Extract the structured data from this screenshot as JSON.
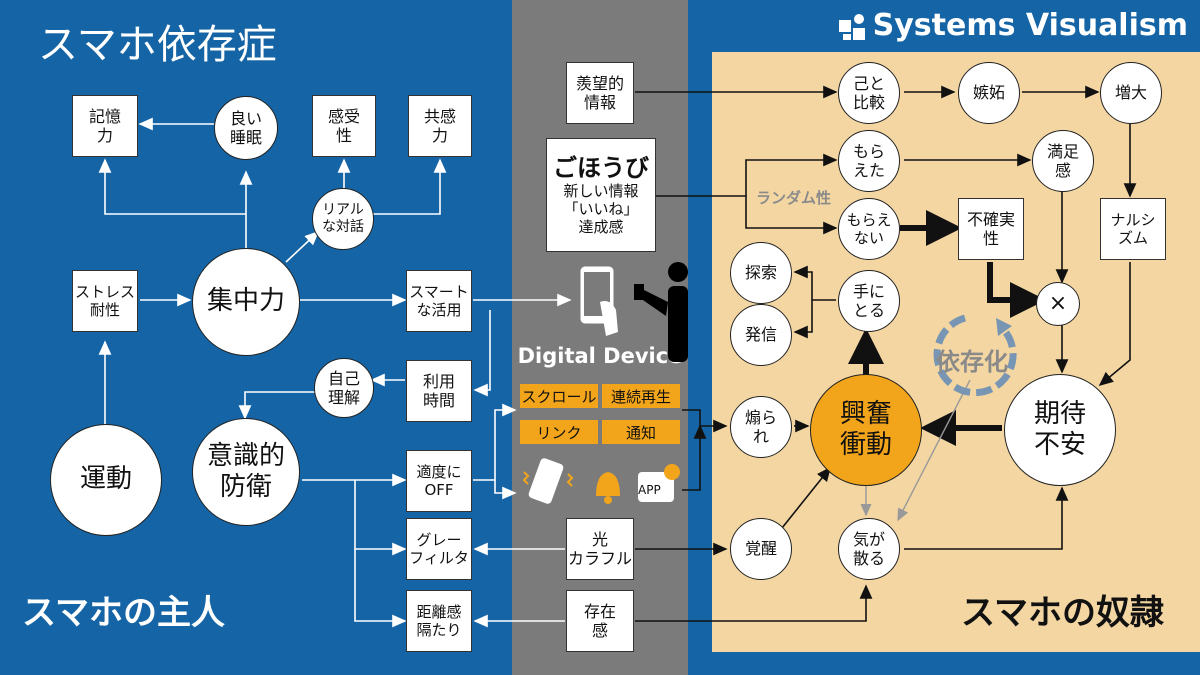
{
  "titles": {
    "main": "スマホ依存症",
    "master": "スマホの主人",
    "slave": "スマホの奴隷",
    "brand": "Systems Visualism",
    "device": "Digital Device",
    "random": "ランダム性",
    "cycle": "依存化"
  },
  "left_nodes": {
    "memory": "記憶\n力",
    "sleep": "良い\n睡眠",
    "sensitivity": "感受\n性",
    "empathy": "共感\n力",
    "real_talk": "リアル\nな対話",
    "stress": "ストレス\n耐性",
    "focus": "集中力",
    "smart_use": "スマート\nな活用",
    "self_understanding": "自己\n理解",
    "usage_time": "利用\n時間",
    "exercise": "運動",
    "defense": "意識的\n防衛",
    "timely_off": "適度に\nOFF",
    "gray_filter": "グレー\nフィルタ",
    "distance": "距離感\n隔たり"
  },
  "mid_nodes": {
    "envy_info": "羨望的\n情報",
    "reward_title": "ごほうび",
    "reward_body": "新しい情報\n「いいね」\n達成感",
    "tag_scroll": "スクロール",
    "tag_autoplay": "連続再生",
    "tag_link": "リンク",
    "tag_notify": "通知",
    "app_badge": "APP",
    "light": "光\nカラフル",
    "presence": "存在\n感"
  },
  "right_nodes": {
    "compare": "己と\n比較",
    "jealousy": "嫉妬",
    "increase": "増大",
    "got": "もら\nえた",
    "satisfaction": "満足\n感",
    "not_got": "もらえ\nない",
    "uncertainty": "不確実\n性",
    "narcissism": "ナルシ\nズム",
    "explore": "探索",
    "pick_up": "手に\nとる",
    "post": "発信",
    "multiply": "×",
    "impulse": "興奮\n衝動",
    "anxiety": "期待\n不安",
    "incite": "煽ら\nれ",
    "arousal": "覚醒",
    "distracted": "気が\n散る"
  },
  "colors": {
    "blue": "#1565a6",
    "gray": "#7b7b7b",
    "beige": "#f3d6a2",
    "orange": "#f2a51b"
  }
}
